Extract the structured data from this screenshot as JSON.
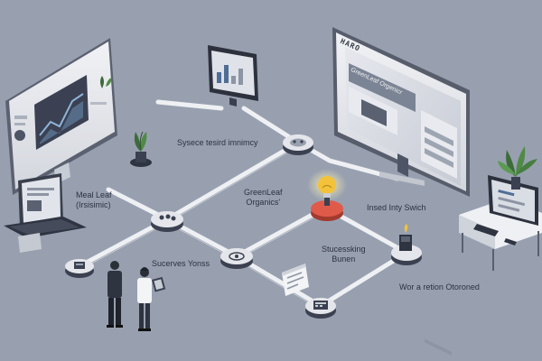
{
  "labels": {
    "system_label": "Sysece tesird imnimcy",
    "meal_leaf_1": "Meal Leaf",
    "meal_leaf_2": "(Irsisimic)",
    "greenleaf_1": "GreenLeaf",
    "greenleaf_2": "Organics'",
    "inventory_switch": "Insed Inty Swich",
    "successes": "Sucerves Yonss",
    "stucessking_1": "Stucessking",
    "stucessking_2": "Bunen",
    "workflow": "Wor a retion Otoroned"
  },
  "monitor_right": {
    "brand": "HARO",
    "screen_title": "GreenLeaf Orgenicr"
  },
  "colors": {
    "background": "#98a0b0",
    "path": "#e9ebef",
    "node": "#d9dce2",
    "node_dark": "#3b4150",
    "hub_accent": "#e05a4a",
    "bulb": "#f2c23a",
    "plant": "#3d6b3a"
  },
  "icons": [
    "monitor-chart-icon",
    "laptop-icon",
    "desktop-icon",
    "bar-chart-icon",
    "lightbulb-icon",
    "plant-icon",
    "people-icon",
    "server-icon",
    "calculator-icon",
    "document-icon",
    "hub-icon",
    "cable-icon"
  ]
}
